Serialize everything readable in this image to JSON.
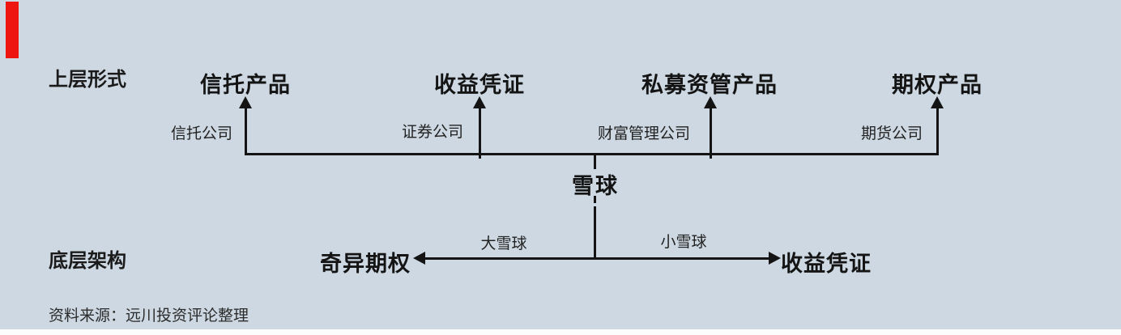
{
  "colors": {
    "background": "#cdd8e2",
    "accent_red": "#ee1410",
    "line": "#141414"
  },
  "layer_labels": {
    "top": "上层形式",
    "bottom": "底层架构"
  },
  "top_products": [
    {
      "title": "信托产品",
      "issuer": "信托公司"
    },
    {
      "title": "收益凭证",
      "issuer": "证券公司"
    },
    {
      "title": "私募资管产品",
      "issuer": "财富管理公司"
    },
    {
      "title": "期权产品",
      "issuer": "期货公司"
    }
  ],
  "center_node": {
    "label": "雪球"
  },
  "bottom_branches": {
    "left": {
      "flow_label": "大雪球",
      "target": "奇异期权"
    },
    "right": {
      "flow_label": "小雪球",
      "target": "收益凭证"
    }
  },
  "footer": {
    "source": "资料来源：远川投资评论整理"
  }
}
